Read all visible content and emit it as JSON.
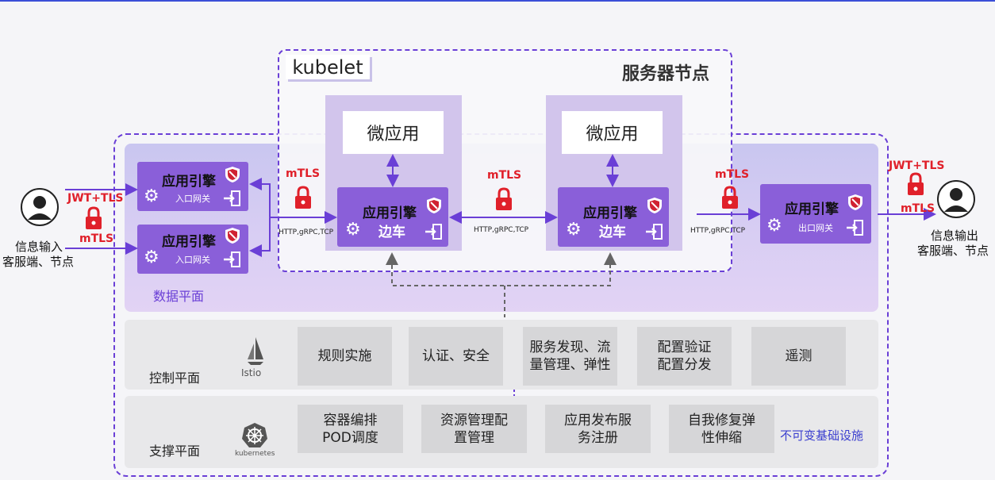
{
  "server": {
    "kubelet": "kubelet",
    "title": "服务器节点"
  },
  "pods": [
    {
      "app": "微应用",
      "engine": "应用引擎",
      "role": "边车"
    },
    {
      "app": "微应用",
      "engine": "应用引擎",
      "role": "边车"
    }
  ],
  "ingress": [
    {
      "engine": "应用引擎",
      "label": "入口网关"
    },
    {
      "engine": "应用引擎",
      "label": "入口网关"
    }
  ],
  "egress": {
    "engine": "应用引擎",
    "label": "出口网关"
  },
  "security": {
    "jwt_tls": "JWT+TLS",
    "mtls": "mTLS",
    "protocol": "HTTP,gRPC,TCP"
  },
  "client_in": {
    "line1": "信息输入",
    "line2": "客服端、节点"
  },
  "client_out": {
    "line1": "信息输出",
    "line2": "客服端、节点"
  },
  "data_plane": {
    "label": "数据平面"
  },
  "control_plane": {
    "label": "控制平面",
    "logo": "Istio",
    "items": [
      "规则实施",
      "认证、安全",
      "服务发现、流量管理、弹性",
      "配置验证配置分发",
      "遥测"
    ]
  },
  "support_plane": {
    "label": "支撑平面",
    "logo": "kubernetes",
    "items": [
      "容器编排POD调度",
      "资源管理配置管理",
      "应用发布服务注册",
      "自我修复弹性伸缩"
    ],
    "note": "不可变基础设施"
  },
  "colors": {
    "accent": "#6a3fd6",
    "engine": "#8a5fd9",
    "lock": "#e0202a"
  }
}
